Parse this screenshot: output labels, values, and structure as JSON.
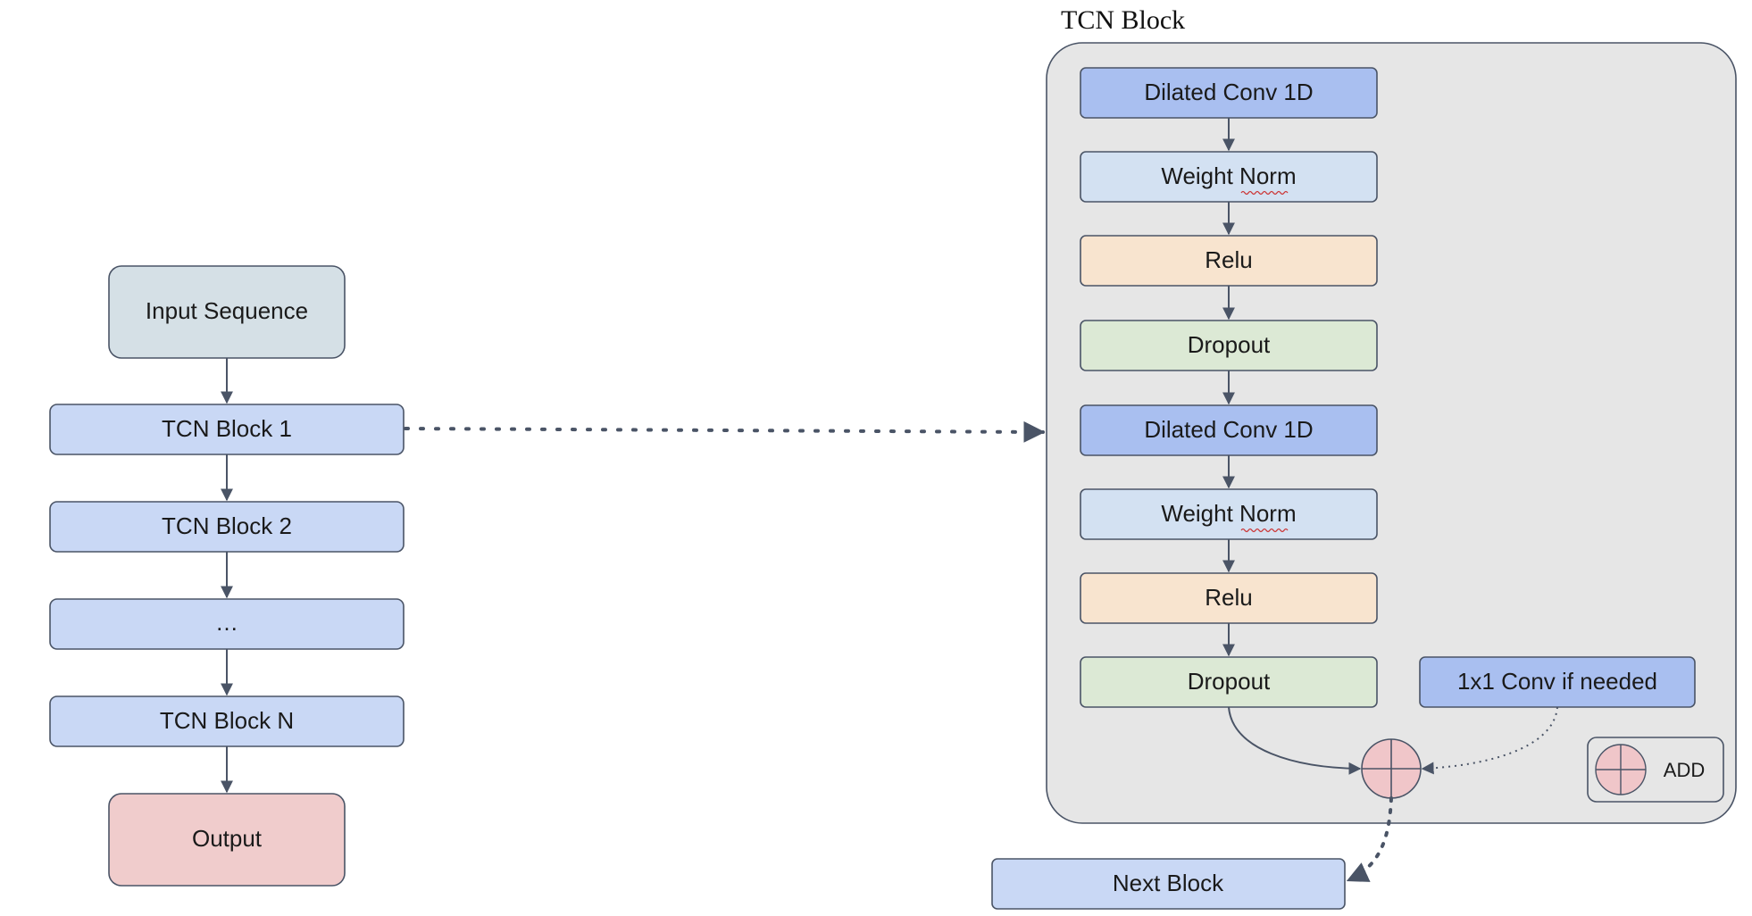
{
  "tcn_title": "TCN Block",
  "pipeline": {
    "input": "Input Sequence",
    "blocks": [
      "TCN Block 1",
      "TCN Block 2",
      "…",
      "TCN Block N"
    ],
    "output": "Output"
  },
  "tcn_block": {
    "layers": [
      {
        "label": "Dilated Conv 1D",
        "kind": "conv"
      },
      {
        "label": "Weight Norm",
        "kind": "norm"
      },
      {
        "label": "Relu",
        "kind": "relu"
      },
      {
        "label": "Dropout",
        "kind": "dropout"
      },
      {
        "label": "Dilated Conv 1D",
        "kind": "conv"
      },
      {
        "label": "Weight Norm",
        "kind": "norm"
      },
      {
        "label": "Relu",
        "kind": "relu"
      },
      {
        "label": "Dropout",
        "kind": "dropout"
      }
    ],
    "residual": "1x1 Conv if needed",
    "next": "Next Block"
  },
  "legend": {
    "add_label": "ADD"
  },
  "colors": {
    "input": "#d5e0e6",
    "block": "#c9d8f5",
    "output": "#f0cccc",
    "conv": "#a9bff0",
    "norm": "#d3e1f2",
    "relu": "#f8e4cf",
    "dropout": "#dce9d5",
    "panel": "#e6e6e6",
    "add": "#f0c6c9",
    "edge": "#4a5466"
  }
}
